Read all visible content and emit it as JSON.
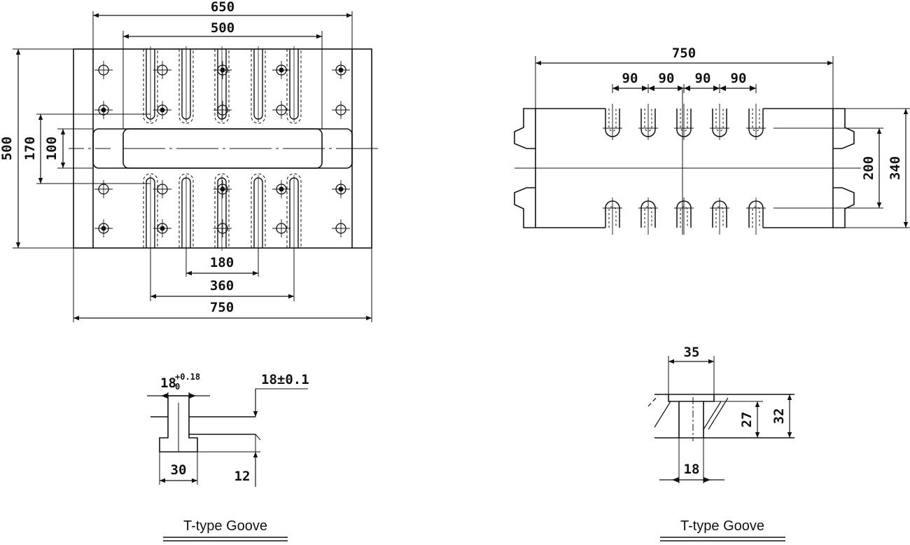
{
  "plan_view": {
    "dim_overall_top": "650",
    "dim_inner_top": "500",
    "dim_height_overall": "500",
    "dim_height_slot": "170",
    "dim_height_inner": "100",
    "dim_slot_pitch": "180",
    "dim_slot_span": "360",
    "dim_overall_bottom": "750"
  },
  "side_view": {
    "dim_length": "750",
    "dim_pitch": [
      "90",
      "90",
      "90",
      "90"
    ],
    "dim_inner_height": "200",
    "dim_outer_height": "340"
  },
  "groove_detail_left": {
    "dim_slot_width": "18",
    "dim_tolerance_upper": "+0.18",
    "dim_tolerance_lower": "0",
    "dim_depth_note": "18±0.1",
    "dim_base_width": "30",
    "dim_head_height": "12",
    "caption": "T-type Goove"
  },
  "groove_detail_right": {
    "dim_top_width": "35",
    "dim_inner_depth": "27",
    "dim_outer_depth": "32",
    "dim_neck_width": "18",
    "caption": "T-type Goove"
  },
  "colors": {
    "line": "#111111",
    "background": "#ffffff"
  }
}
